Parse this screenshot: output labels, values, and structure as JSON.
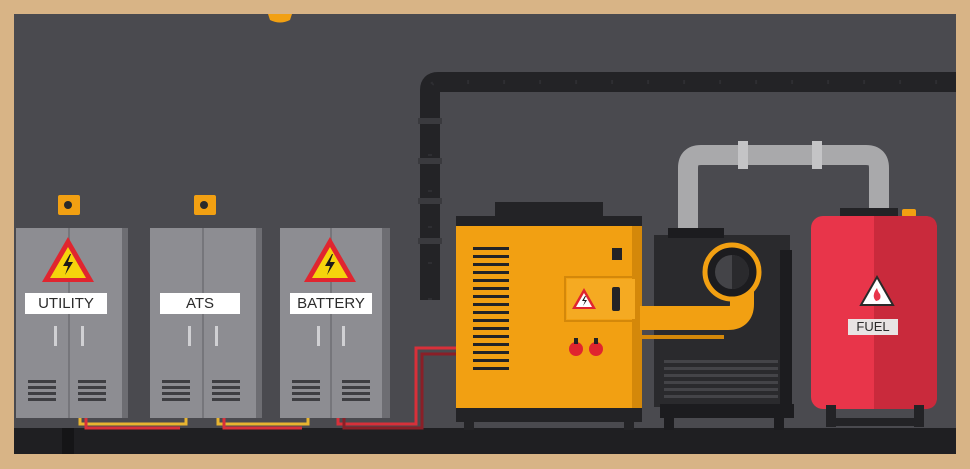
{
  "cabinets": [
    {
      "label": "UTILITY"
    },
    {
      "label": "ATS"
    },
    {
      "label": "BATTERY"
    }
  ],
  "fuel_tank": {
    "label": "FUEL"
  },
  "colors": {
    "frame": "#d8b486",
    "wall": "#4a4a4f",
    "floor": "#1f1f22",
    "pipe_dark": "#232326",
    "pipe_grey": "#a9a9ab",
    "cabinet": "#8d8d92",
    "warning_yellow": "#f5d40c",
    "warning_red": "#e0252f",
    "generator_orange": "#f2a012",
    "tank_red": "#e8354a",
    "wire_red": "#d8303a",
    "wire_yellow": "#e8b430"
  }
}
